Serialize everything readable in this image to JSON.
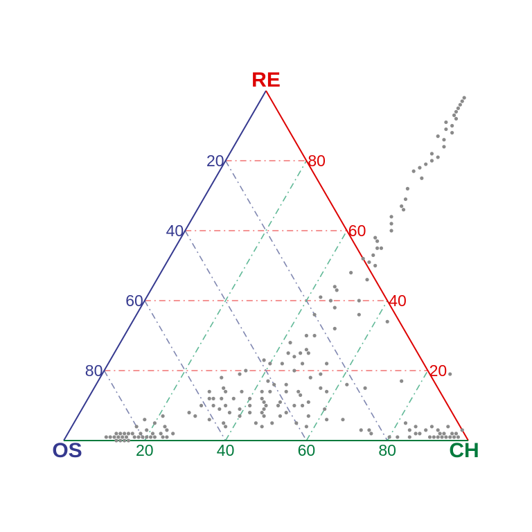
{
  "chart_data": {
    "type": "scatter",
    "subtype": "ternary",
    "axes": {
      "top": {
        "label": "RE",
        "color": "#dd0000",
        "ticks": [
          20,
          40,
          60,
          80
        ],
        "tick_labels": [
          "20",
          "40",
          "60",
          "80"
        ]
      },
      "left": {
        "label": "OS",
        "color": "#35398f",
        "ticks": [
          20,
          40,
          60,
          80
        ],
        "tick_labels": [
          "20",
          "40",
          "60",
          "80"
        ]
      },
      "right": {
        "label": "CH",
        "color": "#007a3c",
        "ticks": [
          20,
          40,
          60,
          80
        ],
        "tick_labels": [
          "20",
          "40",
          "60",
          "80"
        ]
      }
    },
    "grid": true,
    "grid_style": "dash-dot",
    "grid_colors": {
      "RE": "#f07070",
      "OS": "#7f86b0",
      "CH": "#5fb896"
    },
    "point_color": "#8a8a8a",
    "points_note": "values are [CH %, RE %]; OS % = 100 - CH - RE",
    "points": [
      [
        50,
        98
      ],
      [
        50,
        97
      ],
      [
        50,
        96
      ],
      [
        50,
        95
      ],
      [
        50,
        94
      ],
      [
        50,
        93
      ],
      [
        51,
        92
      ],
      [
        49,
        91
      ],
      [
        51,
        90
      ],
      [
        50,
        89
      ],
      [
        52,
        88
      ],
      [
        49,
        87
      ],
      [
        51,
        86
      ],
      [
        52,
        84
      ],
      [
        50,
        82
      ],
      [
        52,
        81
      ],
      [
        51,
        80
      ],
      [
        50,
        79
      ],
      [
        49,
        78
      ],
      [
        48,
        77
      ],
      [
        51,
        75
      ],
      [
        49,
        72
      ],
      [
        50,
        69
      ],
      [
        50,
        67
      ],
      [
        51,
        66
      ],
      [
        49,
        64
      ],
      [
        50,
        62
      ],
      [
        51,
        60
      ],
      [
        48,
        58
      ],
      [
        49,
        57
      ],
      [
        50,
        55
      ],
      [
        51,
        55
      ],
      [
        50,
        53
      ],
      [
        48,
        52
      ],
      [
        50,
        51
      ],
      [
        52,
        50
      ],
      [
        47,
        48
      ],
      [
        52,
        46
      ],
      [
        45,
        44
      ],
      [
        46,
        43
      ],
      [
        43,
        41
      ],
      [
        46,
        40
      ],
      [
        53,
        40
      ],
      [
        48,
        38
      ],
      [
        44,
        36
      ],
      [
        55,
        36
      ],
      [
        63,
        34
      ],
      [
        51,
        32
      ],
      [
        45,
        30
      ],
      [
        47,
        30
      ],
      [
        42,
        28
      ],
      [
        47,
        26
      ],
      [
        43,
        25
      ],
      [
        46,
        25
      ],
      [
        48,
        25
      ],
      [
        45,
        24
      ],
      [
        38,
        23
      ],
      [
        40,
        22
      ],
      [
        43,
        22
      ],
      [
        48,
        22
      ],
      [
        54,
        22
      ],
      [
        47,
        20
      ],
      [
        35,
        20
      ],
      [
        34,
        19
      ],
      [
        30,
        18
      ],
      [
        52,
        18
      ],
      [
        54,
        19
      ],
      [
        42,
        17
      ],
      [
        44,
        16
      ],
      [
        47,
        16
      ],
      [
        62,
        16
      ],
      [
        32,
        15
      ],
      [
        56,
        15
      ],
      [
        67,
        15
      ],
      [
        75,
        17
      ],
      [
        86,
        19
      ],
      [
        29,
        14
      ],
      [
        33,
        14
      ],
      [
        37,
        14
      ],
      [
        42,
        14
      ],
      [
        44,
        14
      ],
      [
        48,
        14
      ],
      [
        51,
        14
      ],
      [
        58,
        14
      ],
      [
        52,
        13
      ],
      [
        30,
        12
      ],
      [
        31,
        12
      ],
      [
        33,
        12
      ],
      [
        36,
        12
      ],
      [
        40,
        12
      ],
      [
        43,
        12
      ],
      [
        44,
        11
      ],
      [
        48,
        11
      ],
      [
        55,
        11
      ],
      [
        29,
        10
      ],
      [
        32,
        10
      ],
      [
        35,
        10
      ],
      [
        41,
        10
      ],
      [
        45,
        10
      ],
      [
        48,
        10
      ],
      [
        52,
        10
      ],
      [
        54,
        10
      ],
      [
        34,
        9
      ],
      [
        39,
        9
      ],
      [
        45,
        9
      ],
      [
        60,
        9
      ],
      [
        37,
        8
      ],
      [
        42,
        8
      ],
      [
        45,
        8
      ],
      [
        51,
        8
      ],
      [
        27,
        8
      ],
      [
        29,
        7
      ],
      [
        33,
        6
      ],
      [
        40,
        7
      ],
      [
        46,
        7
      ],
      [
        50,
        7
      ],
      [
        57,
        7
      ],
      [
        62,
        6
      ],
      [
        37,
        5
      ],
      [
        45,
        5
      ],
      [
        49,
        5
      ],
      [
        55,
        5
      ],
      [
        66,
        6
      ],
      [
        38,
        4
      ],
      [
        47,
        4
      ],
      [
        58,
        4
      ],
      [
        21,
        7
      ],
      [
        17,
        6
      ],
      [
        20,
        5
      ],
      [
        23,
        4
      ],
      [
        24,
        3
      ],
      [
        19,
        3
      ],
      [
        21,
        2
      ],
      [
        16,
        4
      ],
      [
        72,
        3
      ],
      [
        74,
        3
      ],
      [
        75,
        2
      ],
      [
        82,
        5
      ],
      [
        84,
        3
      ],
      [
        85,
        4
      ],
      [
        88,
        3
      ],
      [
        87,
        2
      ],
      [
        89,
        4
      ],
      [
        91,
        3
      ],
      [
        90,
        1
      ],
      [
        91,
        1
      ],
      [
        92,
        1
      ],
      [
        93,
        1
      ],
      [
        94,
        1
      ],
      [
        95,
        1
      ],
      [
        96,
        1
      ],
      [
        97,
        1
      ],
      [
        92,
        2
      ],
      [
        93,
        2
      ],
      [
        95,
        2
      ],
      [
        96,
        2
      ],
      [
        97,
        3
      ],
      [
        93,
        4
      ],
      [
        86,
        2
      ],
      [
        85,
        1
      ],
      [
        82,
        1
      ],
      [
        80,
        1
      ],
      [
        15,
        1
      ],
      [
        14,
        1
      ],
      [
        13,
        1
      ],
      [
        12,
        1
      ],
      [
        11,
        1
      ],
      [
        10,
        1
      ],
      [
        12,
        2
      ],
      [
        13,
        2
      ],
      [
        14,
        2
      ],
      [
        15,
        2
      ],
      [
        16,
        2
      ],
      [
        17,
        1
      ],
      [
        18,
        1
      ],
      [
        19,
        1
      ],
      [
        20,
        1
      ],
      [
        21,
        1
      ],
      [
        22,
        1
      ],
      [
        24,
        1
      ],
      [
        25,
        1
      ],
      [
        13,
        0
      ],
      [
        14,
        0
      ],
      [
        15,
        0
      ],
      [
        16,
        0
      ],
      [
        18,
        2
      ],
      [
        23,
        2
      ],
      [
        26,
        2
      ]
    ]
  }
}
